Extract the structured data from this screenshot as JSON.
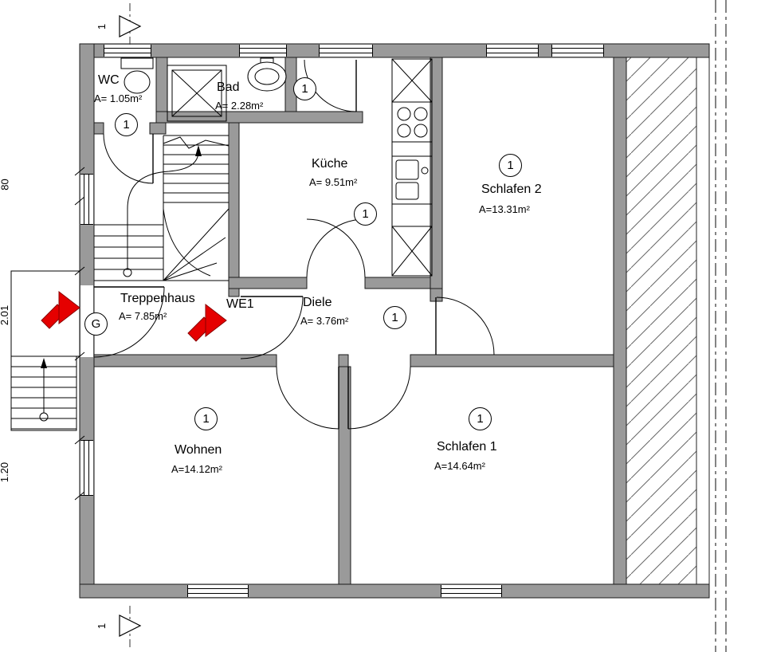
{
  "rooms": [
    {
      "name": "WC",
      "area": "A= 1.05m²",
      "tag": "1"
    },
    {
      "name": "Bad",
      "area": "A= 2.28m²",
      "tag": "1"
    },
    {
      "name": "Küche",
      "area": "A= 9.51m²",
      "tag": "1"
    },
    {
      "name": "Schlafen 2",
      "area": "A=13.31m²",
      "tag": "1"
    },
    {
      "name": "Treppenhaus",
      "area": "A= 7.85m²",
      "tag": "G"
    },
    {
      "name": "Diele",
      "area": "A= 3.76m²",
      "tag": "1"
    },
    {
      "name": "Wohnen",
      "area": "A=14.12m²",
      "tag": "1"
    },
    {
      "name": "Schlafen 1",
      "area": "A=14.64m²",
      "tag": "1"
    }
  ],
  "markers": {
    "apartment_label": "WE1",
    "section_label": "1"
  },
  "dimensions": {
    "window_top": "80",
    "entrance": "2.01",
    "window_bottom": "1.20"
  },
  "colors": {
    "wall": "#9a9a9a",
    "entrance_arrow": "#e50000",
    "hatch_line": "#666666"
  },
  "icons": {
    "section_marker": "▷",
    "entrance_arrow": "➤",
    "walk_direction_arrow": "↑"
  }
}
